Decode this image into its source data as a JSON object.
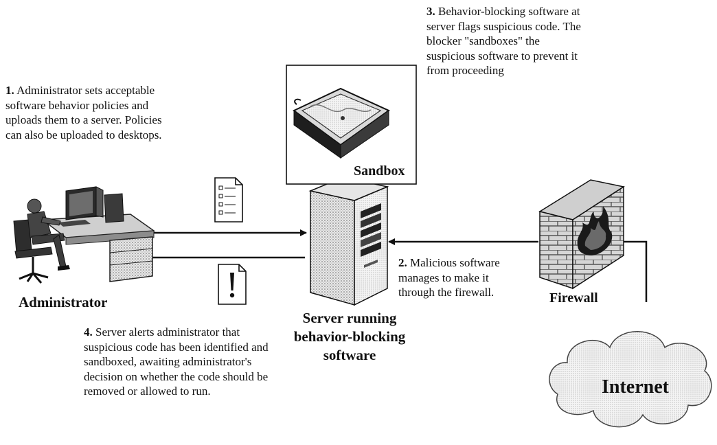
{
  "steps": [
    {
      "number": "1.",
      "text": "Administrator sets acceptable software behavior policies and uploads them to a server. Policies can also be uploaded to desktops."
    },
    {
      "number": "2.",
      "text": "Malicious software manages to make it through the firewall."
    },
    {
      "number": "3.",
      "text": "Behavior-blocking software at server flags suspicious code. The blocker \"sandboxes\" the suspicious software to prevent it from proceeding"
    },
    {
      "number": "4.",
      "text": "Server alerts administrator that suspicious code has been identified and sandboxed, awaiting administrator's decision on whether the code should be removed or allowed to run."
    }
  ],
  "nodes": {
    "administrator": "Administrator",
    "server": "Server running behavior-blocking software",
    "sandbox": "Sandbox",
    "firewall": "Firewall",
    "internet": "Internet"
  },
  "icons": {
    "policy_document": "policy-document-icon",
    "alert_document": "alert-document-icon",
    "workstation": "administrator-workstation-icon",
    "server": "server-tower-icon",
    "sandbox": "sandbox-tray-icon",
    "firewall": "brick-firewall-icon",
    "internet": "internet-cloud-icon"
  }
}
